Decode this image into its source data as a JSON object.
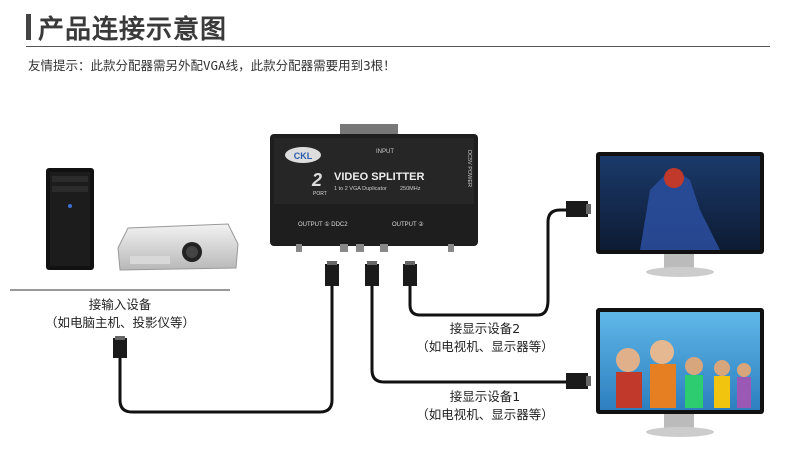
{
  "header": {
    "title": "产品连接示意图"
  },
  "tip": "友情提示：此款分配器需另外配VGA线，此款分配器需要用到3根！",
  "device": {
    "brand": "CKL",
    "model": "VIDEO SPLITTER",
    "port_badge": "2",
    "port_badge_sub": "PORT",
    "sub": "1 to 2 VGA Duplicator",
    "freq": "250MHz",
    "input_label": "INPUT",
    "power_label": "DC5V  POWER",
    "output1": "OUTPUT ① DDC2",
    "output2": "OUTPUT ②"
  },
  "labels": {
    "input_title": "接输入设备",
    "input_sub": "（如电脑主机、投影仪等）",
    "display2_title": "接显示设备2",
    "display2_sub": "（如电视机、显示器等）",
    "display1_title": "接显示设备1",
    "display1_sub": "（如电视机、显示器等）"
  },
  "colors": {
    "cable": "#111111",
    "device": "#1e1e1e",
    "accent": "#2a5db0"
  }
}
